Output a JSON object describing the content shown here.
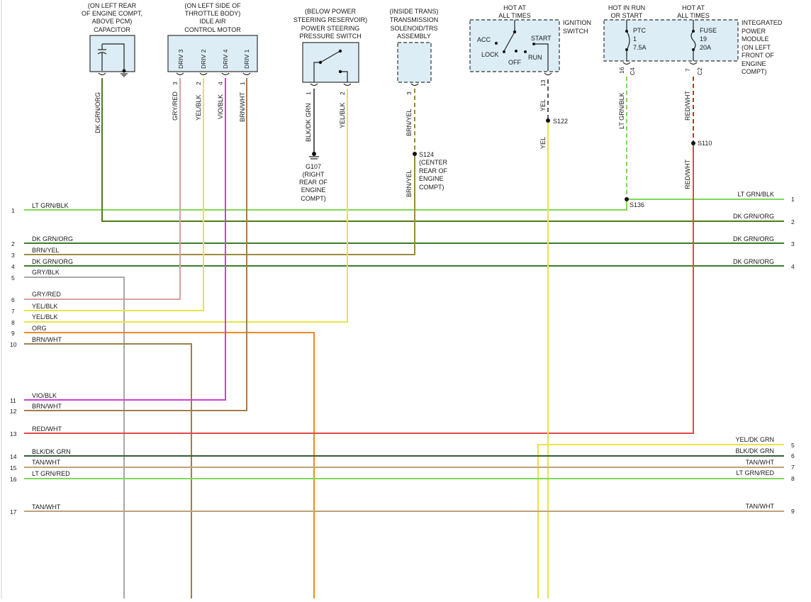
{
  "components": {
    "capacitor": {
      "lines": [
        "(ON LEFT REAR",
        "OF ENGINE COMPT,",
        "ABOVE PCM)",
        "CAPACITOR"
      ],
      "wire": "DK GRN/ORG"
    },
    "iac_motor": {
      "lines": [
        "(ON LEFT SIDE OF",
        "THROTTLE BODY)",
        "IDLE AIR",
        "CONTROL MOTOR"
      ],
      "pins": [
        {
          "label": "DRIV 3",
          "pin": "3",
          "wire": "GRY/RED"
        },
        {
          "label": "DRIV 2",
          "pin": "2",
          "wire": "YEL/BLK"
        },
        {
          "label": "DRIV 4",
          "pin": "4",
          "wire": "VIO/BLK"
        },
        {
          "label": "DRIV 1",
          "pin": "1",
          "wire": "BRN/WHT"
        }
      ]
    },
    "ps_switch": {
      "lines": [
        "(BELOW POWER",
        "STEERING RESERVOIR)",
        "POWER STEERING",
        "PRESSURE SWITCH"
      ],
      "pins": [
        {
          "pin": "1",
          "wire": "BLK/DK GRN"
        },
        {
          "pin": "2",
          "wire": "YEL/BLK"
        }
      ],
      "ground": [
        "G107",
        "(RIGHT",
        "REAR OF",
        "ENGINE",
        "COMPT)"
      ]
    },
    "trs": {
      "lines": [
        "(INSIDE TRANS)",
        "TRANSMISSION",
        "SOLENOID/TRS",
        "ASSEMBLY"
      ],
      "pin": "3",
      "wire_upper": "BRN/YEL",
      "wire_lower": "BRN/YEL",
      "splice": [
        "S124",
        "(CENTER",
        "REAR OF",
        "ENGINE",
        "COMPT)"
      ]
    },
    "ignition": {
      "header": [
        "HOT AT",
        "ALL TIMES"
      ],
      "title": [
        "IGNITION",
        "SWITCH"
      ],
      "positions": [
        "ACC",
        "LOCK",
        "OFF",
        "RUN",
        "START"
      ],
      "pin": "13",
      "wire_upper": "YEL",
      "wire_lower": "YEL",
      "splice": "S122"
    },
    "ipm": {
      "header_left": [
        "HOT IN RUN",
        "OR START"
      ],
      "header_right": [
        "HOT AT",
        "ALL TIMES"
      ],
      "ptc": [
        "PTC",
        "1",
        "7.5A"
      ],
      "fuse": [
        "FUSE",
        "19",
        "20A"
      ],
      "title": [
        "INTEGRATED",
        "POWER",
        "MODULE",
        "(ON LEFT",
        "FRONT OF",
        "ENGINE",
        "COMPT)"
      ],
      "left_pin": "16",
      "left_conn": "C4",
      "left_wire": "LT GRN/BLK",
      "right_pin": "7",
      "right_conn": "C2",
      "right_wire_upper": "RED/WHT",
      "right_wire_lower": "RED/WHT",
      "splice_left": "S136",
      "splice_right": "S110"
    }
  },
  "left_wires": [
    {
      "pin": "1",
      "label": "LT GRN/BLK",
      "color": "#7ed957"
    },
    {
      "pin": "2",
      "label": "DK GRN/ORG",
      "color": "#3f7a2a"
    },
    {
      "pin": "3",
      "label": "BRN/YEL",
      "color": "#9c8a3c"
    },
    {
      "pin": "4",
      "label": "DK GRN/ORG",
      "color": "#3f7a2a"
    },
    {
      "pin": "5",
      "label": "GRY/BLK",
      "color": "#a8a8a8"
    },
    {
      "pin": "6",
      "label": "GRY/RED",
      "color": "#d8a0a0"
    },
    {
      "pin": "7",
      "label": "YEL/BLK",
      "color": "#e8e24a"
    },
    {
      "pin": "8",
      "label": "YEL/BLK",
      "color": "#e8e24a"
    },
    {
      "pin": "9",
      "label": "ORG",
      "color": "#f08a1c"
    },
    {
      "pin": "10",
      "label": "BRN/WHT",
      "color": "#a07e4a"
    },
    {
      "pin": "11",
      "label": "VIO/BLK",
      "color": "#d23fd2"
    },
    {
      "pin": "12",
      "label": "BRN/WHT",
      "color": "#a07e4a"
    },
    {
      "pin": "13",
      "label": "RED/WHT",
      "color": "#e04848"
    },
    {
      "pin": "14",
      "label": "BLK/DK GRN",
      "color": "#3a5a3a"
    },
    {
      "pin": "15",
      "label": "TAN/WHT",
      "color": "#bda27a"
    },
    {
      "pin": "16",
      "label": "LT GRN/RED",
      "color": "#7ed957"
    },
    {
      "pin": "17",
      "label": "TAN/WHT",
      "color": "#bda27a"
    }
  ],
  "right_wires": [
    {
      "pin": "1",
      "label": "LT GRN/BLK"
    },
    {
      "pin": "2",
      "label": "DK GRN/ORG"
    },
    {
      "pin": "3",
      "label": "DK GRN/ORG"
    },
    {
      "pin": "4",
      "label": "DK GRN/ORG"
    },
    {
      "pin": "5",
      "label": "YEL/DK GRN"
    },
    {
      "pin": "6",
      "label": "BLK/DK GRN"
    },
    {
      "pin": "7",
      "label": "TAN/WHT"
    },
    {
      "pin": "8",
      "label": "LT GRN/RED"
    },
    {
      "pin": "9",
      "label": "TAN/WHT"
    }
  ]
}
